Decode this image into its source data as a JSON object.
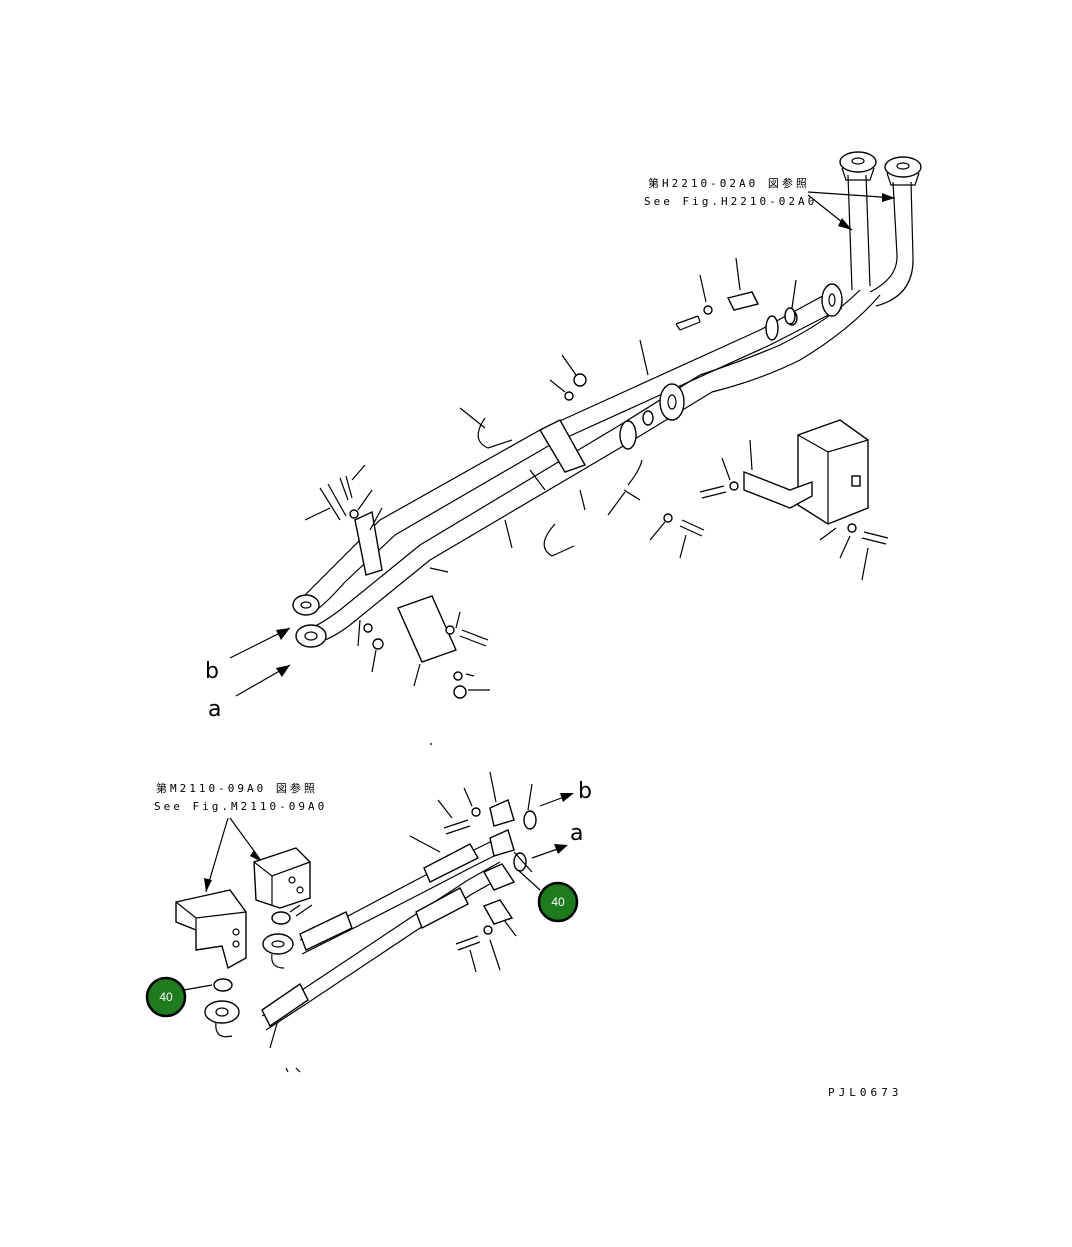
{
  "references": {
    "upper_jp": "第H2210-02A0 図参照",
    "upper_en": "See Fig.H2210-02A0",
    "lower_jp": "第M2110-09A0 図参照",
    "lower_en": "See Fig.M2110-09A0"
  },
  "connection_labels": {
    "a": "a",
    "b": "b"
  },
  "callouts": [
    {
      "label": "40",
      "color": "#1e7b1e"
    },
    {
      "label": "40",
      "color": "#1e7b1e"
    }
  ],
  "drawing_code": "PJL0673"
}
